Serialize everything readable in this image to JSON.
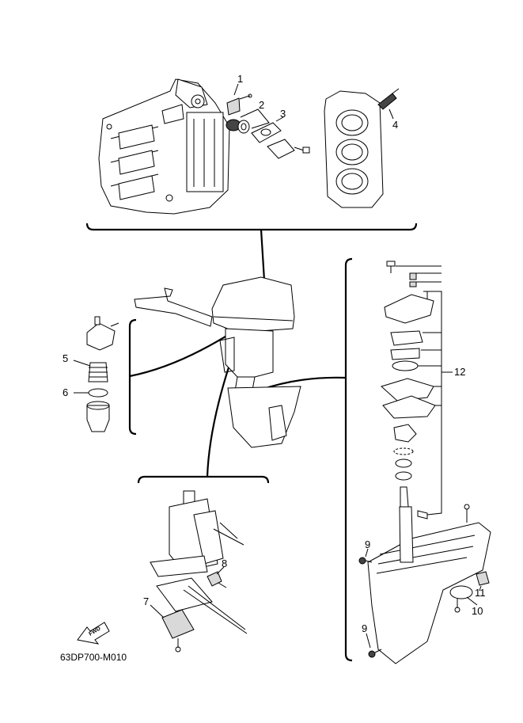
{
  "diagram_code": "63DP700-M010",
  "fwd_text": "FWD",
  "callouts": [
    "1",
    "2",
    "3",
    "4",
    "5",
    "6",
    "7",
    "8",
    "9",
    "9",
    "10",
    "11",
    "12"
  ]
}
